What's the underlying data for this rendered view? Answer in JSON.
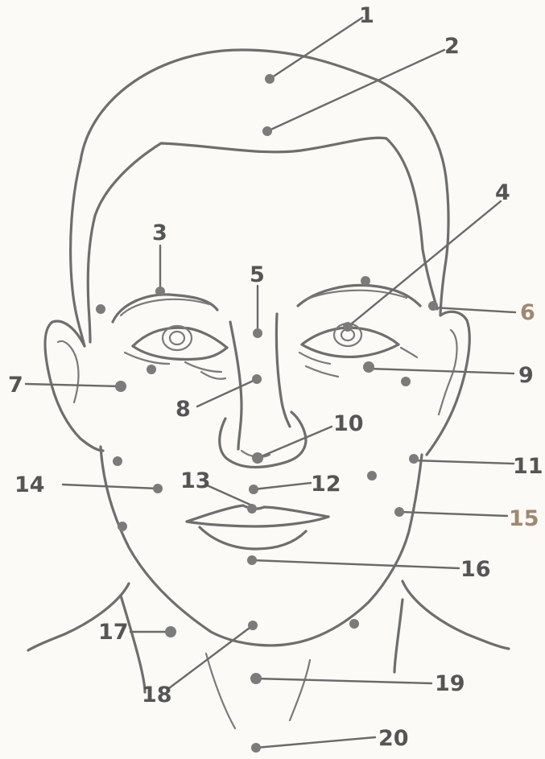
{
  "diagram": {
    "points": [
      {
        "id": "point-1",
        "label": "1"
      },
      {
        "id": "point-2",
        "label": "2"
      },
      {
        "id": "point-3",
        "label": "3"
      },
      {
        "id": "point-4",
        "label": "4"
      },
      {
        "id": "point-5",
        "label": "5"
      },
      {
        "id": "point-6",
        "label": "6"
      },
      {
        "id": "point-7",
        "label": "7"
      },
      {
        "id": "point-8",
        "label": "8"
      },
      {
        "id": "point-9",
        "label": "9"
      },
      {
        "id": "point-10",
        "label": "10"
      },
      {
        "id": "point-11",
        "label": "11"
      },
      {
        "id": "point-12",
        "label": "12"
      },
      {
        "id": "point-13",
        "label": "13"
      },
      {
        "id": "point-14",
        "label": "14"
      },
      {
        "id": "point-15",
        "label": "15"
      },
      {
        "id": "point-16",
        "label": "16"
      },
      {
        "id": "point-17",
        "label": "17"
      },
      {
        "id": "point-18",
        "label": "18"
      },
      {
        "id": "point-19",
        "label": "19"
      },
      {
        "id": "point-20",
        "label": "20"
      }
    ],
    "colors": {
      "ink": "#6e6e6e",
      "label": "#555555",
      "label_warm": "#a08870",
      "paper": "#fbfaf7"
    }
  }
}
